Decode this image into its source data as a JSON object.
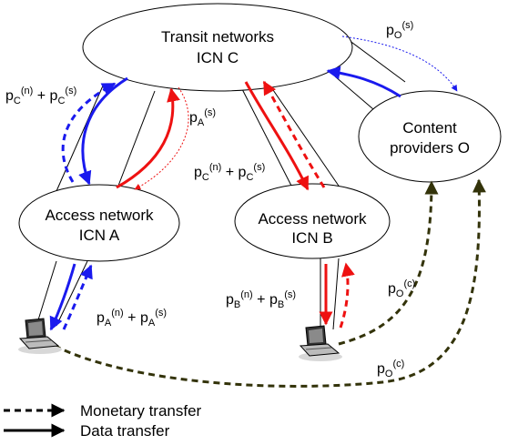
{
  "nodes": {
    "transit": {
      "line1": "Transit networks",
      "line2": "ICN C"
    },
    "access_a": {
      "line1": "Access network",
      "line2": "ICN A"
    },
    "access_b": {
      "line1": "Access network",
      "line2": "ICN B"
    },
    "content": {
      "line1": "Content",
      "line2": "providers O"
    }
  },
  "prices": {
    "pc_left": {
      "p": "p",
      "sub1": "C",
      "sup1": "(n)",
      "plus": " + p",
      "sub2": "C",
      "sup2": "(s)"
    },
    "pc_mid": {
      "p": "p",
      "sub1": "C",
      "sup1": "(n)",
      "plus": " + p",
      "sub2": "C",
      "sup2": "(s)"
    },
    "pa_sum": {
      "p": "p",
      "sub1": "A",
      "sup1": "(n)",
      "plus": " + p",
      "sub2": "A",
      "sup2": "(s)"
    },
    "pb_sum": {
      "p": "p",
      "sub1": "B",
      "sup1": "(n)",
      "plus": " + p",
      "sub2": "B",
      "sup2": "(s)"
    },
    "pa_s": {
      "p": "p",
      "sub": "A",
      "sup": "(s)"
    },
    "po_s": {
      "p": "p",
      "sub": "O",
      "sup": "(s)"
    },
    "po_c_b": {
      "p": "p",
      "sub": "O",
      "sup": "(c)"
    },
    "po_c_a": {
      "p": "p",
      "sub": "O",
      "sup": "(c)"
    }
  },
  "legend": {
    "monetary": "Monetary transfer",
    "data": "Data transfer"
  },
  "colors": {
    "blue": "#1a1aee",
    "red": "#ee1111",
    "olive": "#33330a",
    "link": "#000000"
  },
  "icons": [
    "laptop-icon",
    "laptop-icon"
  ]
}
